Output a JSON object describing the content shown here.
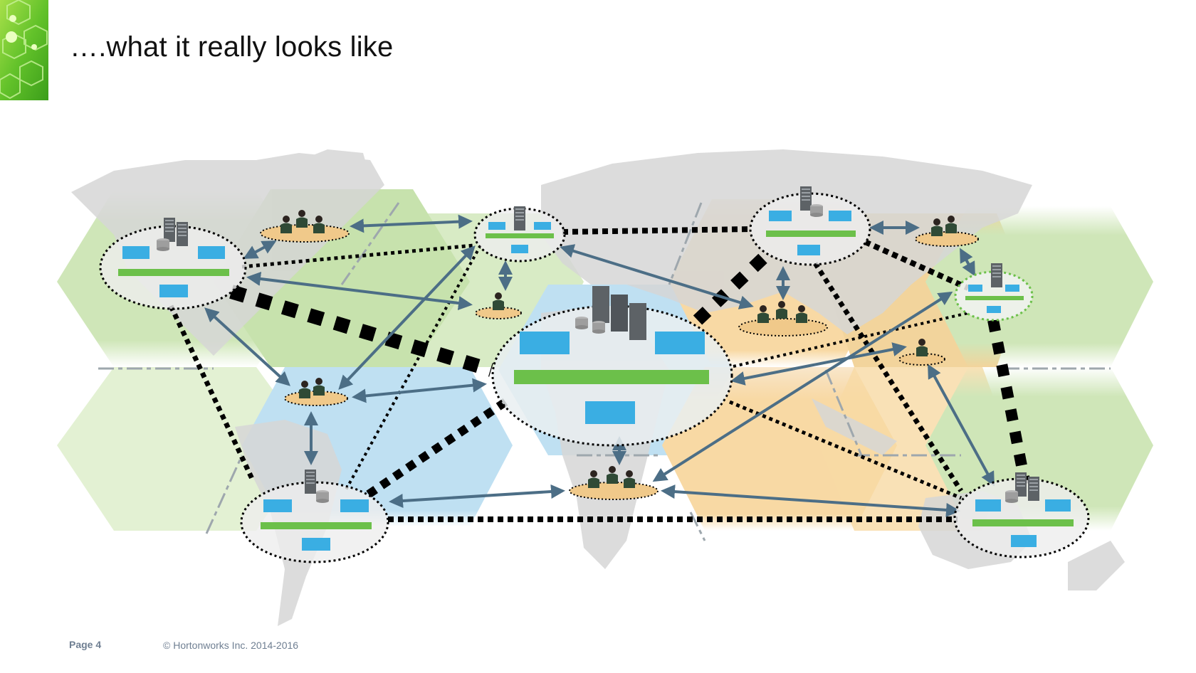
{
  "slide": {
    "title": "….what it really looks like",
    "page_label": "Page 4",
    "copyright": "© Hortonworks Inc. 2014-2016"
  },
  "colors": {
    "green_region": "#cfe6b8",
    "blue_region": "#bfe0f2",
    "orange_region": "#f8d9a4",
    "map_gray": "#d8d8d8",
    "bus_green": "#6cc04a",
    "node_blue": "#3aaee3",
    "arrow_slate": "#4c6e86",
    "team_ellipse": "#f0c98a",
    "link_black": "#000000"
  },
  "icons": [
    "hexagon-logo-icon",
    "server-rack-icon",
    "database-icon",
    "team-people-icon",
    "arrow-icon"
  ]
}
